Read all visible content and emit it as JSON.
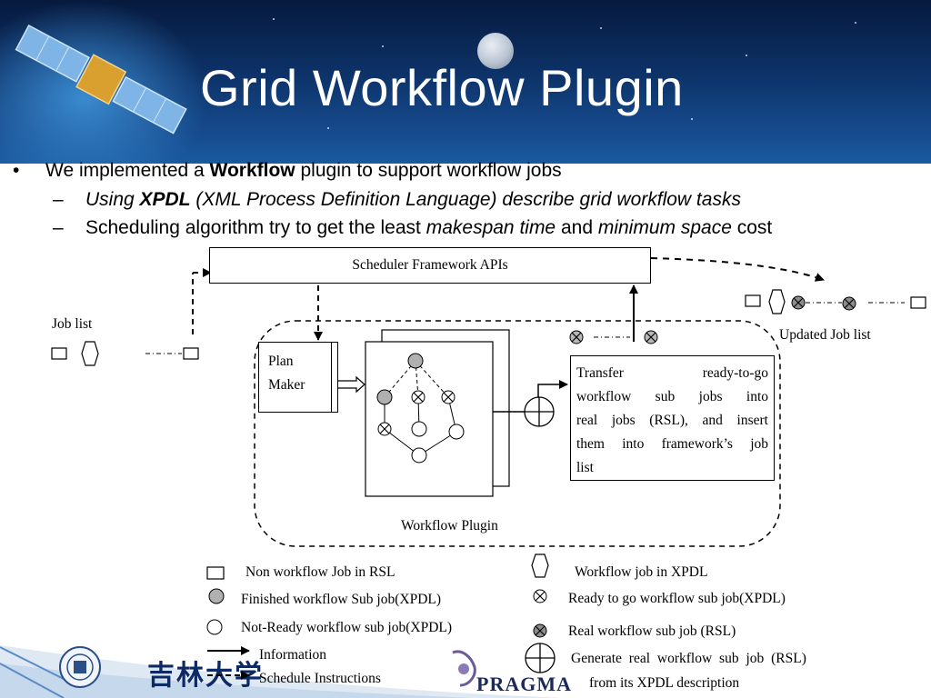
{
  "slide": {
    "title": "Grid Workflow Plugin"
  },
  "bullets": {
    "b1": {
      "pre": "We implemented a ",
      "bold": "Workflow",
      "post": " plugin to support workflow jobs"
    },
    "b2": {
      "pre": "Using ",
      "bold": "XPDL",
      "post": " (XML Process Definition Language) describe grid workflow tasks"
    },
    "b3": {
      "pre": "Scheduling algorithm try to get the least ",
      "it1": "makespan time",
      "mid": " and ",
      "it2": "minimum space",
      "post": " cost"
    }
  },
  "diagram": {
    "scheduler_label": "Scheduler Framework APIs",
    "job_list_label": "Job list",
    "updated_job_list_label": "Updated Job list",
    "plan_maker_line1": "Plan",
    "plan_maker_line2": "Maker",
    "transfer_lines": [
      "Transfer ready-to-go",
      "workflow sub jobs into",
      "real jobs (RSL), and insert",
      "them into framework’s job",
      "list"
    ],
    "workflow_plugin_label": "Workflow Plugin"
  },
  "legend": {
    "non_workflow_job": "Non workflow Job in RSL",
    "workflow_job": "Workflow job in XPDL",
    "finished_sub_job": "Finished workflow Sub job(XPDL)",
    "ready_sub_job": "Ready to go workflow sub job(XPDL)",
    "not_ready_sub_job": "Not-Ready workflow sub job(XPDL)",
    "real_sub_job": "Real workflow sub job (RSL)",
    "information": "Information",
    "schedule_instructions": "Schedule Instructions",
    "generate_line1": "Generate real workflow sub job (RSL)",
    "generate_line2": "from its XPDL description"
  },
  "footer": {
    "logo_pragma": "PRAGMA",
    "logo_jlu": "吉林大学"
  },
  "colors": {
    "header_dark": "#071a3e",
    "header_light": "#1a5aa0",
    "finished_fill": "#b0b0b0",
    "real_fill": "#8c8c8c"
  }
}
